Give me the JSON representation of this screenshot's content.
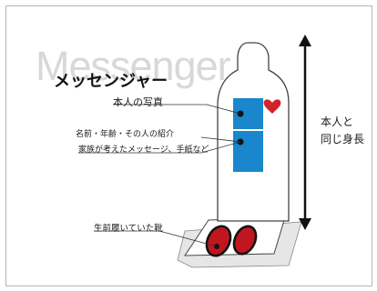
{
  "watermark": "Messenger",
  "title": "メッセンジャー",
  "labels": {
    "photo": "本人の写真",
    "profile": "名前・年齢・その人の紹介",
    "message": "家族が考えたメッセージ、手紙など",
    "shoes": "生前履いていた靴"
  },
  "side_label": {
    "line1": "本人と",
    "line2": "同じ身長"
  },
  "colors": {
    "panel_blue": "#1a86cc",
    "heart_red": "#d2232a",
    "shoe_red": "#c0161f",
    "outline": "#333333"
  }
}
